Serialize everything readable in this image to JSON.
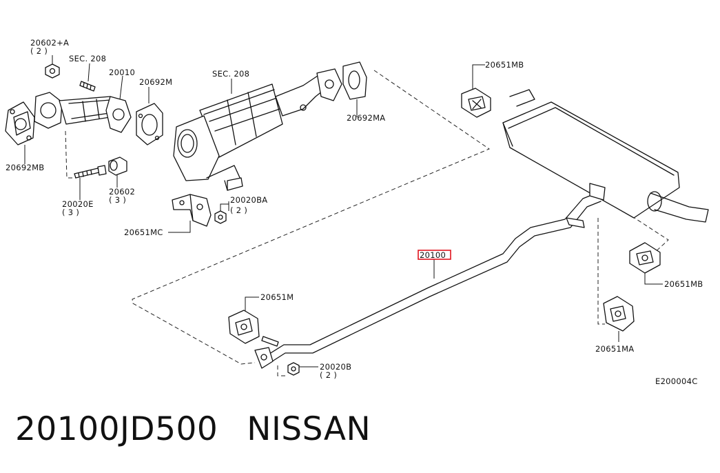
{
  "labels": {
    "l20602a": "20602+A",
    "l20602a_qty": "( 2 )",
    "sec208a": "SEC. 208",
    "l20010": "20010",
    "l20692m": "20692M",
    "sec208b": "SEC. 208",
    "l20692ma": "20692MA",
    "l20692mb": "20692MB",
    "l20020e": "20020E",
    "l20020e_qty": "( 3 )",
    "l20602": "20602",
    "l20602_qty": "( 3 )",
    "l20020ba": "20020BA",
    "l20020ba_qty": "( 2 )",
    "l20651mc": "20651MC",
    "l20651mb_top": "20651MB",
    "l20100": "20100",
    "l20651mb_right": "20651MB",
    "l20651m": "20651M",
    "l20020b": "20020B",
    "l20020b_qty": "( 2 )",
    "l20651ma": "20651MA",
    "ref": "E200004C"
  },
  "caption": {
    "part_number": "20100JD500",
    "brand": "NISSAN"
  },
  "colors": {
    "line": "#111111",
    "highlight": "#e0141e",
    "background": "#ffffff"
  }
}
